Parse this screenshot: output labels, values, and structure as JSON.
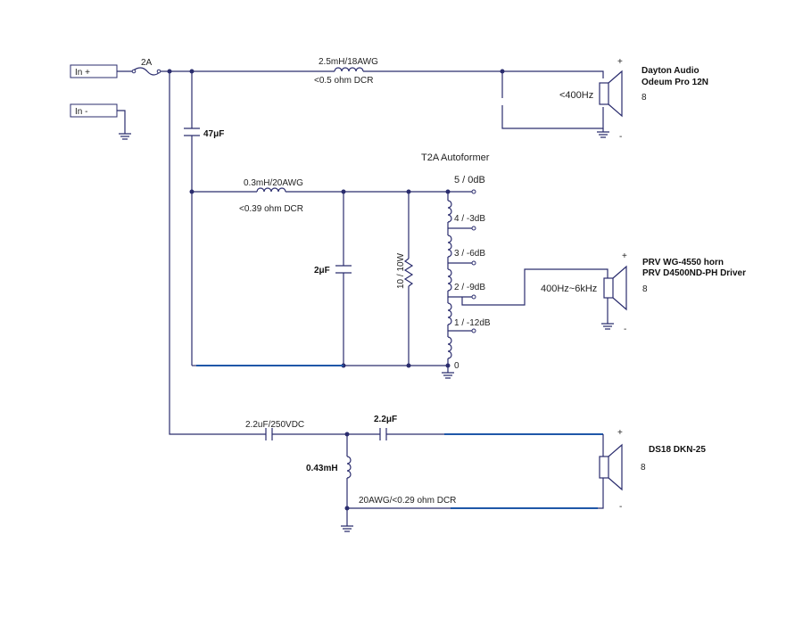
{
  "inputs": {
    "in_plus": "In +",
    "in_minus": "In -"
  },
  "fuse": {
    "label": "2A"
  },
  "woofer_branch": {
    "inductor_label": "2.5mH/18AWG",
    "inductor_dcr": "<0.5 ohm DCR",
    "crossover_label": "<400Hz",
    "speaker_name_line1": "Dayton Audio",
    "speaker_name_line2": "Odeum Pro 12N",
    "impedance": "8",
    "plus": "+",
    "minus": "-"
  },
  "mid_branch": {
    "cap_label": "47μF",
    "inductor_label": "0.3mH/20AWG",
    "inductor_dcr": "<0.39 ohm DCR",
    "shunt_cap_label": "2μF",
    "resistor_label": "10 / 10W",
    "autoformer_title": "T2A Autoformer",
    "taps": [
      "5 / 0dB",
      "4 / -3dB",
      "3 / -6dB",
      "2 / -9dB",
      "1 / -12dB",
      "0"
    ],
    "crossover_label": "400Hz~6kHz",
    "speaker_name_line1": "PRV WG-4550 horn",
    "speaker_name_line2": "PRV D4500ND-PH Driver",
    "impedance": "8",
    "plus": "+",
    "minus": "-"
  },
  "tweeter_branch": {
    "cap1_label": "2.2uF/250VDC",
    "cap2_label": "2.2μF",
    "inductor_label": "0.43mH",
    "inductor_dcr": "20AWG/<0.29 ohm DCR",
    "speaker_name": "DS18 DKN-25",
    "impedance": "8",
    "plus": "+",
    "minus": "-"
  },
  "colors": {
    "wire": "#2b2d6e",
    "highlight_wire": "#1f57a8",
    "text": "#222222"
  }
}
